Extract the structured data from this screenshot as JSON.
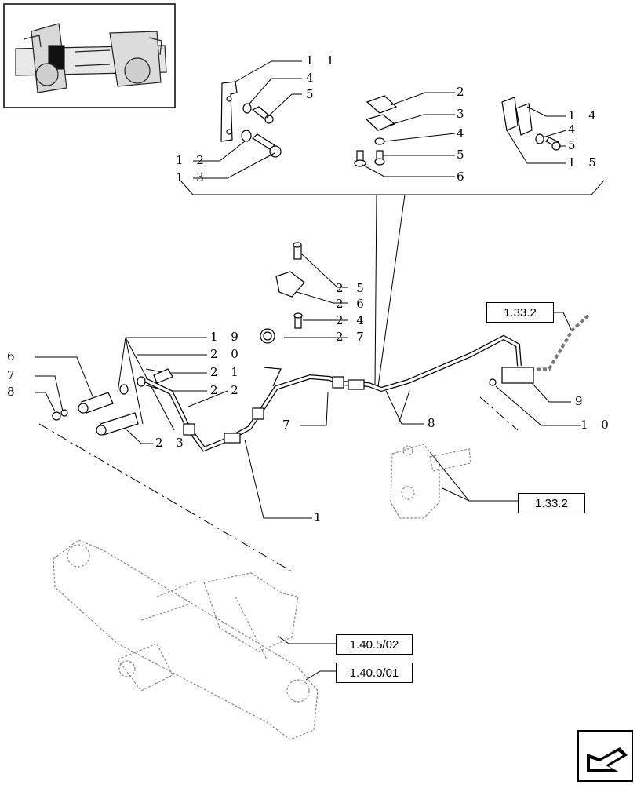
{
  "diagram": {
    "thumbnail_label": "axle-overview-thumbnail",
    "references": {
      "ref_top_right": "1.33.2",
      "ref_mid_right": "1.33.2",
      "ref_axle_upper": "1.40.5/02",
      "ref_axle_lower": "1.40.0/01"
    },
    "callouts": {
      "c11": "1 1",
      "c4a": "4",
      "c5a": "5",
      "c12": "1 2",
      "c13": "1 3",
      "c2": "2",
      "c3": "3",
      "c4b": "4",
      "c5b": "5",
      "c6a": "6",
      "c14": "1 4",
      "c4c": "4",
      "c5c": "5",
      "c15": "1 5",
      "c25": "2 5",
      "c26": "2 6",
      "c24": "2 4",
      "c27": "2 7",
      "c19": "1 9",
      "c20": "2 0",
      "c21": "2 1",
      "c22": "2 2",
      "c23": "2 3",
      "c6b": "6",
      "c7a": "7",
      "c8a": "8",
      "c7b": "7",
      "c8b": "8",
      "c1": "1",
      "c9": "9",
      "c10": "1 0"
    },
    "nav_icon": "next-page-arrow-icon"
  }
}
